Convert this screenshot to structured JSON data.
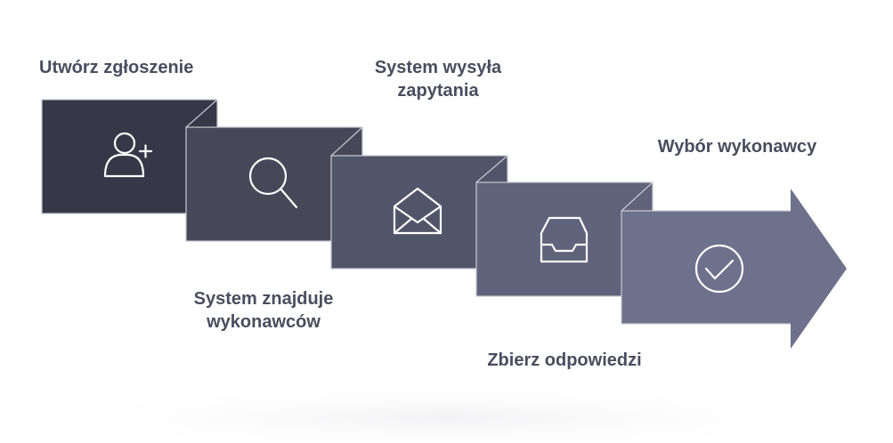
{
  "steps": [
    {
      "label": "Utwórz zgłoszenie",
      "icon": "user-plus-icon",
      "color": "#363848"
    },
    {
      "label_line1": "System znajduje",
      "label_line2": "wykonawców",
      "icon": "search-icon",
      "color": "#464858"
    },
    {
      "label_line1": "System wysyła",
      "label_line2": "zapytania",
      "icon": "envelope-open-icon",
      "color": "#525569"
    },
    {
      "label": "Zbierz odpowiedzi",
      "icon": "inbox-tray-icon",
      "color": "#60637b"
    },
    {
      "label": "Wybór wykonawcy",
      "icon": "check-circle-icon",
      "color": "#6e718c"
    }
  ]
}
